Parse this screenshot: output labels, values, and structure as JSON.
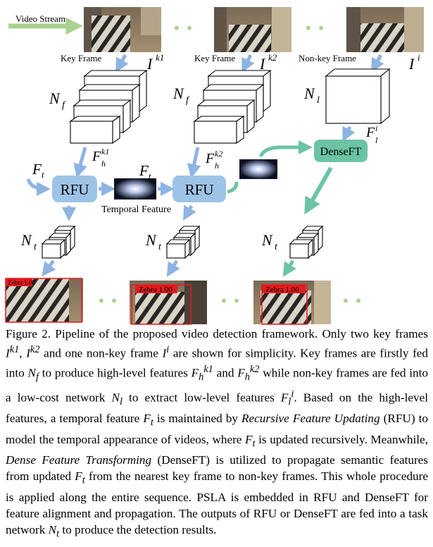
{
  "labels": {
    "video_stream": "Video Stream",
    "key_frame_1": "Key Frame",
    "key_frame_2": "Key Frame",
    "non_key_frame": "Non-key Frame",
    "temporal_feature": "Temporal Feature",
    "rfu_1": "RFU",
    "rfu_2": "RFU",
    "denseft": "DenseFT",
    "dots": "• •",
    "detection_1": "Zebra 1.00",
    "detection_2": "Zebra 1.00",
    "detection_3": "Zebra 1.00"
  },
  "math": {
    "I": "I",
    "k1": "k1",
    "k2": "k2",
    "i": "i",
    "N": "N",
    "f": "f",
    "l": "l",
    "t": "t",
    "F": "F",
    "h": "h"
  },
  "caption": {
    "fig_label": "Figure 2.",
    "s1": " Pipeline of the proposed video detection framework. Only two key frames ",
    "s2": " and one non-key frame ",
    "s3": " are shown for simplicity. Key frames are firstly fed into ",
    "s4": " to produce high-level features ",
    "s5": " while non-key frames are fed into a low-cost network ",
    "s6": " to extract low-level features ",
    "s7": ". Based on the high-level features, a temporal feature ",
    "s8": " is maintained by ",
    "rfu_full": "Recursive Feature Updating",
    "s9": " (RFU) to model the temporal appearance of videos, where ",
    "s10": " is updated recursively. Meanwhile, ",
    "dft_full": "Dense Feature Transforming",
    "s11": " (DenseFT) is utilized to propagate semantic features from updated ",
    "s12": " from the nearest key frame to non-key frames. This whole procedure is applied along the entire sequence. PSLA is embedded in RFU and DenseFT for feature alignment and propagation. The outputs of RFU or DenseFT are fed into a task network ",
    "s13": " to produce the detection results."
  },
  "colors": {
    "box_blue": "#9DC3E6",
    "arrow_blue": "#8EB4E3",
    "stream_green": "#A9D18E",
    "denseft_green": "#6CC4A4",
    "detection_red": "#E41A1C"
  }
}
